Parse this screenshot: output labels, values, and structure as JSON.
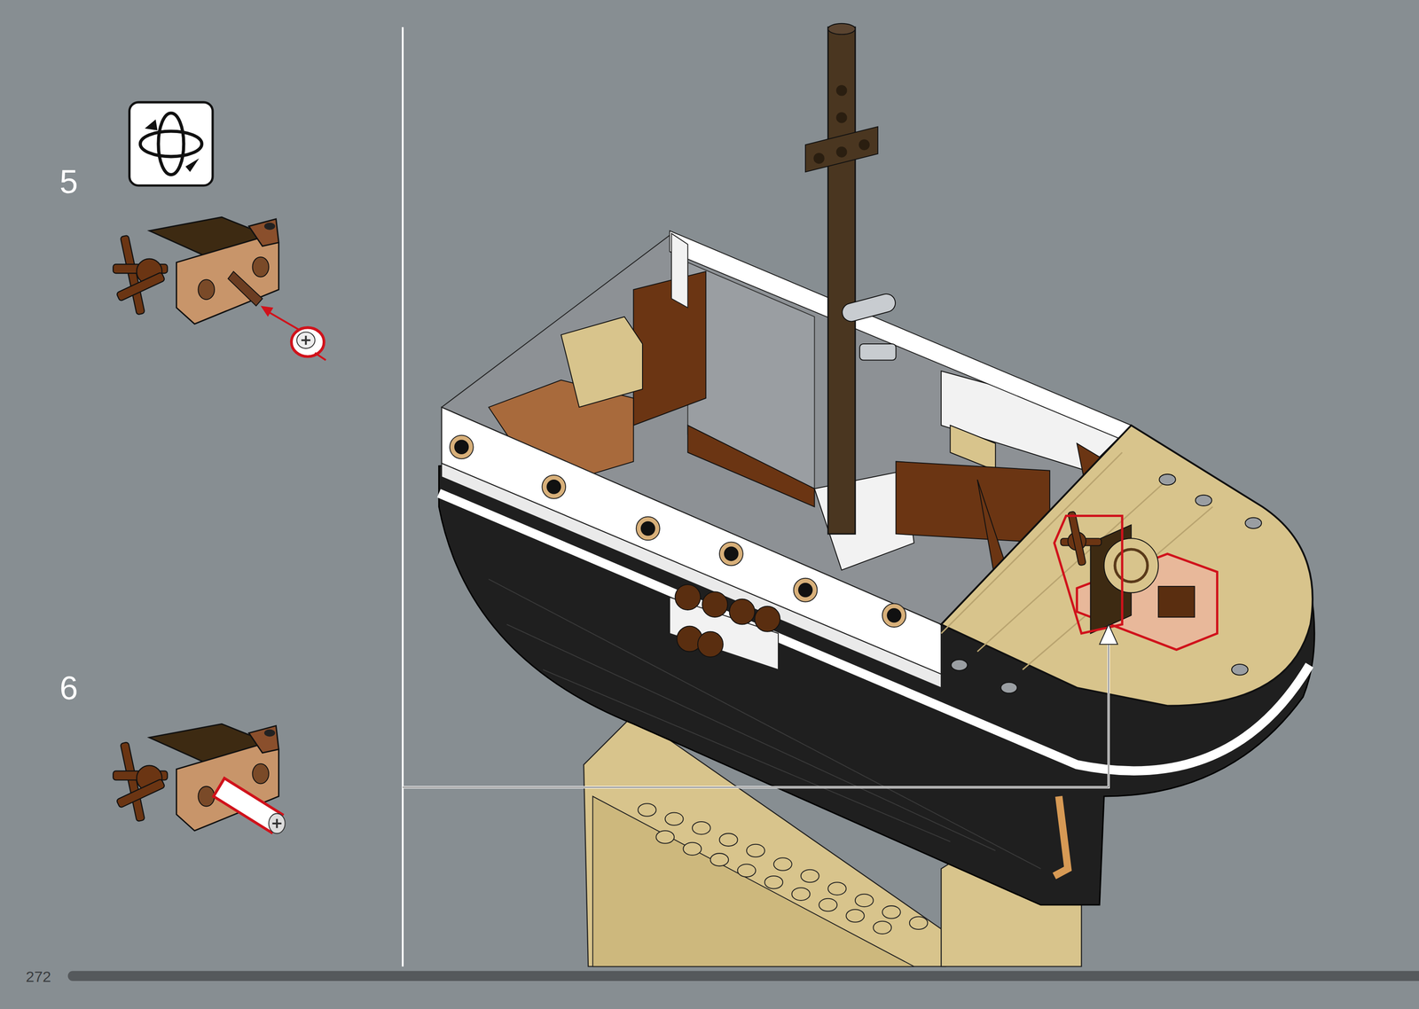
{
  "diagram": {
    "labels": [
      "5",
      "6",
      "272"
    ]
  }
}
